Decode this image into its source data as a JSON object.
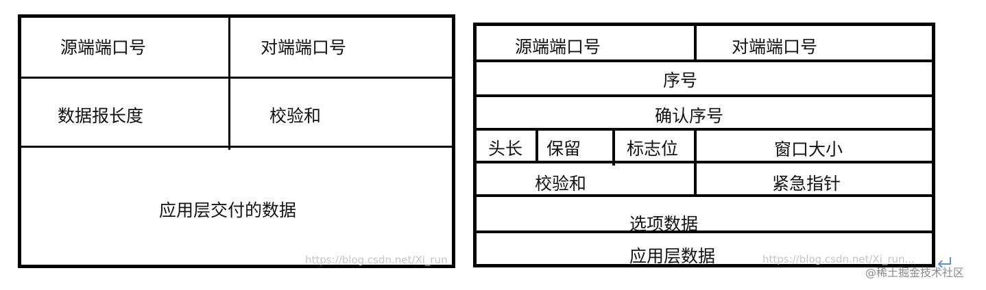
{
  "udp": {
    "src_port": "源端端口号",
    "dst_port": "对端端口号",
    "length": "数据报长度",
    "checksum": "校验和",
    "payload": "应用层交付的数据"
  },
  "tcp": {
    "src_port": "源端端口号",
    "dst_port": "对端端口号",
    "seq": "序号",
    "ack": "确认序号",
    "header_len": "头长",
    "reserved": "保留",
    "flags": "标志位",
    "window": "窗口大小",
    "checksum": "校验和",
    "urgent_ptr": "紧急指针",
    "options": "选项数据",
    "payload": "应用层数据"
  },
  "watermarks": {
    "left": "https://blog.csdn.net/Xi_run",
    "right": "https://blog.csdn.net/Xi_run..."
  },
  "brand": "@稀土掘金技术社区"
}
